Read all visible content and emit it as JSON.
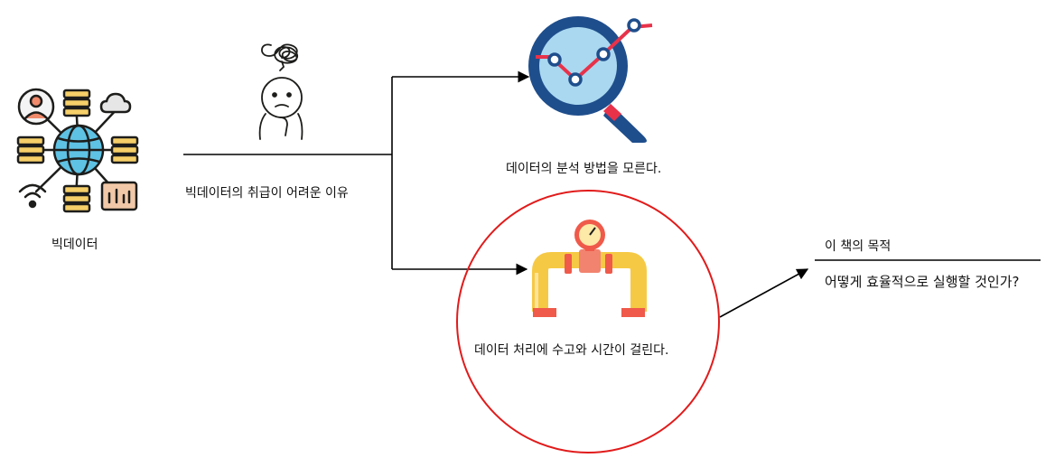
{
  "labels": {
    "bigdata": "빅데이터",
    "difficulty": "빅데이터의 취급이 어려운 이유",
    "analysis": "데이터의 분석 방법을 모른다.",
    "processing": "데이터 처리에 수고와 시간이 걸린다.",
    "purpose_title": "이 책의 목적",
    "purpose_text": "어떻게 효율적으로 실행할 것인가?"
  },
  "icons": {
    "bigdata": "network-globe-icon",
    "confused": "confused-person-icon",
    "analysis": "magnifier-chart-icon",
    "processing": "pipe-gauge-icon"
  },
  "colors": {
    "line": "#000000",
    "circle": "#e11b1b",
    "pipe": "#f6c945",
    "magnifier_ring": "#1f4e8c",
    "magnifier_glass": "#a9d8f0",
    "chart_line": "#e8324a"
  }
}
